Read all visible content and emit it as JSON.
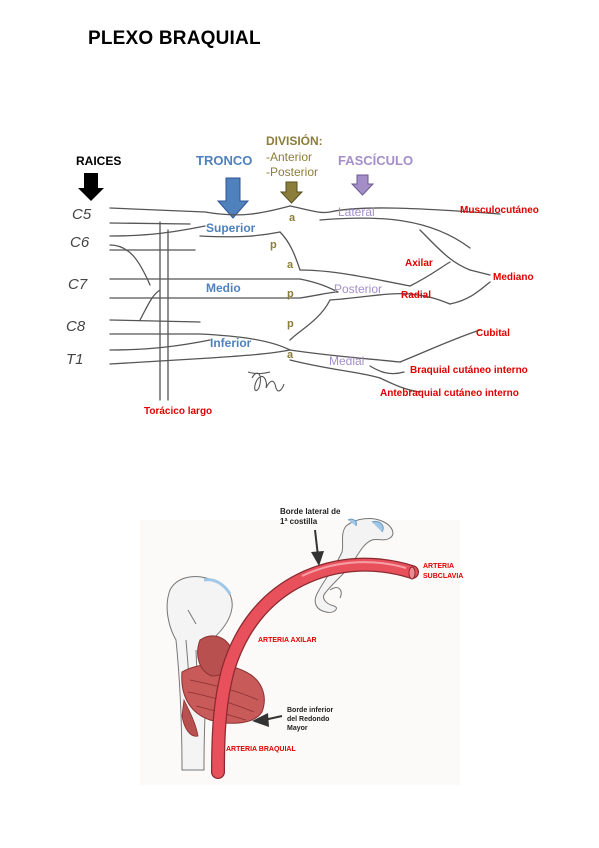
{
  "title": "PLEXO BRAQUIAL",
  "colors": {
    "nerve_stroke": "#555555",
    "trunk_blue": "#4f81bd",
    "division_olive": "#8b7d3a",
    "fascicle_lilac": "#a48ec8",
    "nerve_red": "#e00000",
    "artery_red": "#e8505b",
    "bone_blue": "#9ec7e8",
    "muscle_red": "#c85a5a"
  },
  "plexus": {
    "headers": {
      "roots": "RAICES",
      "trunks": "TRONCO",
      "division_title": "DIVISIÓN:",
      "division_anterior": "-Anterior",
      "division_posterior": "-Posterior",
      "fascicles": "FASCÍCULO"
    },
    "roots": [
      "C5",
      "C6",
      "C7",
      "C8",
      "T1"
    ],
    "trunks": [
      "Superior",
      "Medio",
      "Inferior"
    ],
    "division_marks": [
      "a",
      "p",
      "a",
      "p",
      "p",
      "a"
    ],
    "fascicles": [
      "Lateral",
      "Posterior",
      "Medial"
    ],
    "nerves": [
      "Musculocutáneo",
      "Axilar",
      "Mediano",
      "Radial",
      "Cubital",
      "Braquial cutáneo interno",
      "Antebraquial cutáneo interno",
      "Torácico largo"
    ]
  },
  "artery": {
    "labels": {
      "rib_border": [
        "Borde lateral de",
        "1ª costilla"
      ],
      "subclavian": [
        "ARTERIA",
        "SUBCLAVIA"
      ],
      "axillary": "ARTERIA AXILAR",
      "teres_border": [
        "Borde inferior",
        "del Redondo",
        "Mayor"
      ],
      "brachial": "ARTERIA BRAQUIAL"
    }
  }
}
